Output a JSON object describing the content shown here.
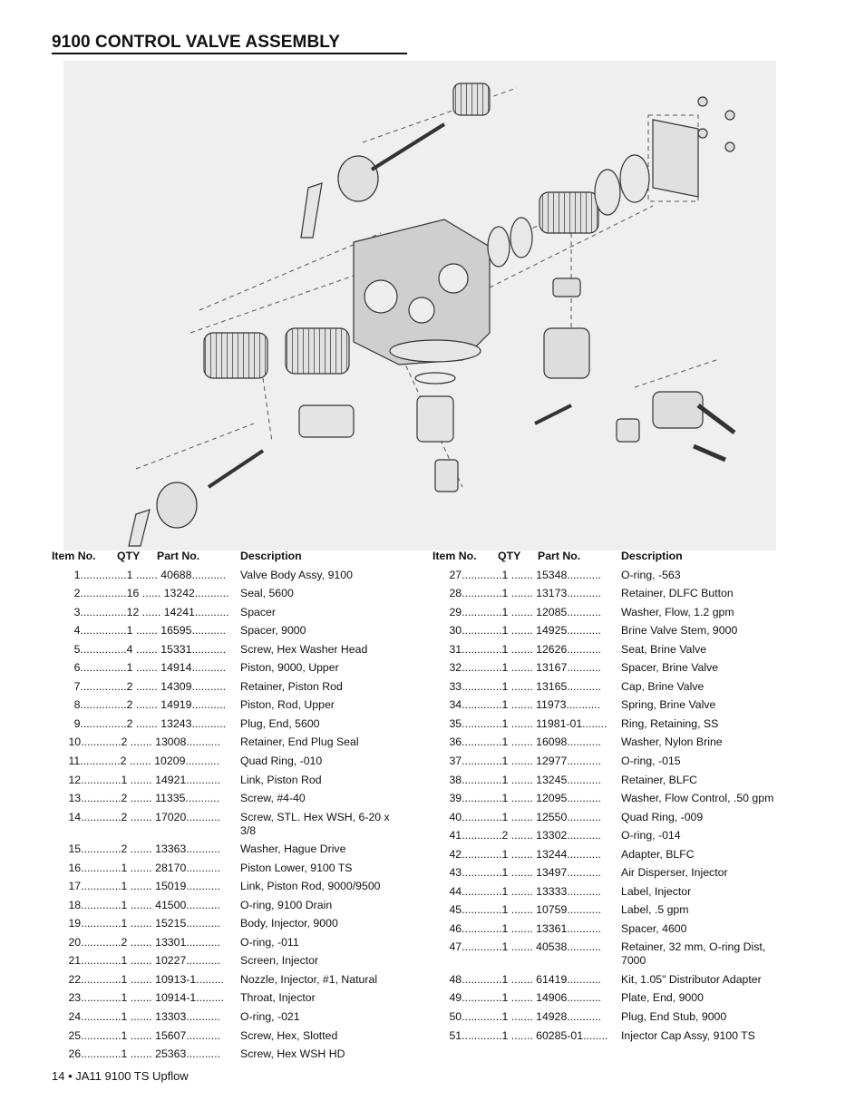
{
  "page": {
    "title": "9100 CONTROL VALVE ASSEMBLY",
    "footer": "14 • JA11 9100 TS Upflow"
  },
  "table_headers": {
    "item": "Item No.",
    "qty": "QTY",
    "part": "Part No.",
    "desc": "Description"
  },
  "parts_left": [
    {
      "item": "1",
      "qty": "1",
      "part": "40688",
      "desc": "Valve Body Assy, 9100"
    },
    {
      "item": "2",
      "qty": "16",
      "part": "13242",
      "desc": "Seal, 5600"
    },
    {
      "item": "3",
      "qty": "12",
      "part": "14241",
      "desc": "Spacer"
    },
    {
      "item": "4",
      "qty": "1",
      "part": "16595",
      "desc": "Spacer, 9000"
    },
    {
      "item": "5",
      "qty": "4",
      "part": "15331",
      "desc": "Screw, Hex Washer Head"
    },
    {
      "item": "6",
      "qty": "1",
      "part": "14914",
      "desc": "Piston, 9000, Upper"
    },
    {
      "item": "7",
      "qty": "2",
      "part": "14309",
      "desc": "Retainer, Piston Rod"
    },
    {
      "item": "8",
      "qty": "2",
      "part": "14919",
      "desc": "Piston, Rod, Upper"
    },
    {
      "item": "9",
      "qty": "2",
      "part": "13243",
      "desc": "Plug, End, 5600"
    },
    {
      "item": "10",
      "qty": "2",
      "part": "13008",
      "desc": "Retainer, End Plug Seal"
    },
    {
      "item": "11",
      "qty": "2",
      "part": "10209",
      "desc": "Quad Ring, -010"
    },
    {
      "item": "12",
      "qty": "1",
      "part": "14921",
      "desc": "Link, Piston Rod"
    },
    {
      "item": "13",
      "qty": "2",
      "part": "11335",
      "desc": "Screw, #4-40"
    },
    {
      "item": "14",
      "qty": "2",
      "part": "17020",
      "desc": "Screw, STL. Hex WSH, 6-20 x 3/8"
    },
    {
      "item": "15",
      "qty": "2",
      "part": "13363",
      "desc": "Washer, Hague Drive"
    },
    {
      "item": "16",
      "qty": "1",
      "part": "28170",
      "desc": "Piston Lower, 9100 TS"
    },
    {
      "item": "17",
      "qty": "1",
      "part": "15019",
      "desc": "Link, Piston Rod, 9000/9500"
    },
    {
      "item": "18",
      "qty": "1",
      "part": "41500",
      "desc": "O-ring, 9100 Drain"
    },
    {
      "item": "19",
      "qty": "1",
      "part": "15215",
      "desc": "Body, Injector, 9000"
    },
    {
      "item": "20",
      "qty": "2",
      "part": "13301",
      "desc": "O-ring, -011"
    },
    {
      "item": "21",
      "qty": "1",
      "part": "10227",
      "desc": "Screen, Injector"
    },
    {
      "item": "22",
      "qty": "1",
      "part": "10913-1",
      "desc": "Nozzle, Injector, #1, Natural"
    },
    {
      "item": "23",
      "qty": "1",
      "part": "10914-1",
      "desc": "Throat, Injector"
    },
    {
      "item": "24",
      "qty": "1",
      "part": "13303",
      "desc": "O-ring, -021"
    },
    {
      "item": "25",
      "qty": "1",
      "part": "15607",
      "desc": "Screw, Hex, Slotted"
    },
    {
      "item": "26",
      "qty": "1",
      "part": "25363",
      "desc": "Screw, Hex WSH HD"
    }
  ],
  "parts_right": [
    {
      "item": "27",
      "qty": "1",
      "part": "15348",
      "desc": "O-ring, -563"
    },
    {
      "item": "28",
      "qty": "1",
      "part": "13173",
      "desc": "Retainer, DLFC Button"
    },
    {
      "item": "29",
      "qty": "1",
      "part": "12085",
      "desc": "Washer, Flow, 1.2 gpm"
    },
    {
      "item": "30",
      "qty": "1",
      "part": "14925",
      "desc": "Brine Valve Stem, 9000"
    },
    {
      "item": "31",
      "qty": "1",
      "part": "12626",
      "desc": "Seat, Brine Valve"
    },
    {
      "item": "32",
      "qty": "1",
      "part": "13167",
      "desc": "Spacer, Brine Valve"
    },
    {
      "item": "33",
      "qty": "1",
      "part": "13165",
      "desc": "Cap, Brine Valve"
    },
    {
      "item": "34",
      "qty": "1",
      "part": "11973",
      "desc": "Spring, Brine Valve"
    },
    {
      "item": "35",
      "qty": "1",
      "part": "11981-01",
      "desc": "Ring, Retaining, SS"
    },
    {
      "item": "36",
      "qty": "1",
      "part": "16098",
      "desc": "Washer, Nylon Brine"
    },
    {
      "item": "37",
      "qty": "1",
      "part": "12977",
      "desc": "O-ring, -015"
    },
    {
      "item": "38",
      "qty": "1",
      "part": "13245",
      "desc": "Retainer, BLFC"
    },
    {
      "item": "39",
      "qty": "1",
      "part": "12095",
      "desc": "Washer, Flow Control, .50 gpm"
    },
    {
      "item": "40",
      "qty": "1",
      "part": "12550",
      "desc": "Quad Ring, -009"
    },
    {
      "item": "41",
      "qty": "2",
      "part": "13302",
      "desc": "O-ring, -014"
    },
    {
      "item": "42",
      "qty": "1",
      "part": "13244",
      "desc": "Adapter, BLFC"
    },
    {
      "item": "43",
      "qty": "1",
      "part": "13497",
      "desc": "Air Disperser, Injector"
    },
    {
      "item": "44",
      "qty": "1",
      "part": "13333",
      "desc": "Label, Injector"
    },
    {
      "item": "45",
      "qty": "1",
      "part": "10759",
      "desc": "Label, .5 gpm"
    },
    {
      "item": "46",
      "qty": "1",
      "part": "13361",
      "desc": "Spacer, 4600"
    },
    {
      "item": "47",
      "qty": "1",
      "part": "40538",
      "desc": "Retainer, 32 mm, O-ring Dist, 7000"
    },
    {
      "item": "48",
      "qty": "1",
      "part": "61419",
      "desc": "Kit, 1.05\" Distributor Adapter"
    },
    {
      "item": "49",
      "qty": "1",
      "part": "14906",
      "desc": "Plate, End, 9000"
    },
    {
      "item": "50",
      "qty": "1",
      "part": "14928",
      "desc": "Plug, End Stub, 9000"
    },
    {
      "item": "51",
      "qty": "1",
      "part": "60285-01",
      "desc": "Injector Cap Assy, 9100 TS"
    }
  ]
}
